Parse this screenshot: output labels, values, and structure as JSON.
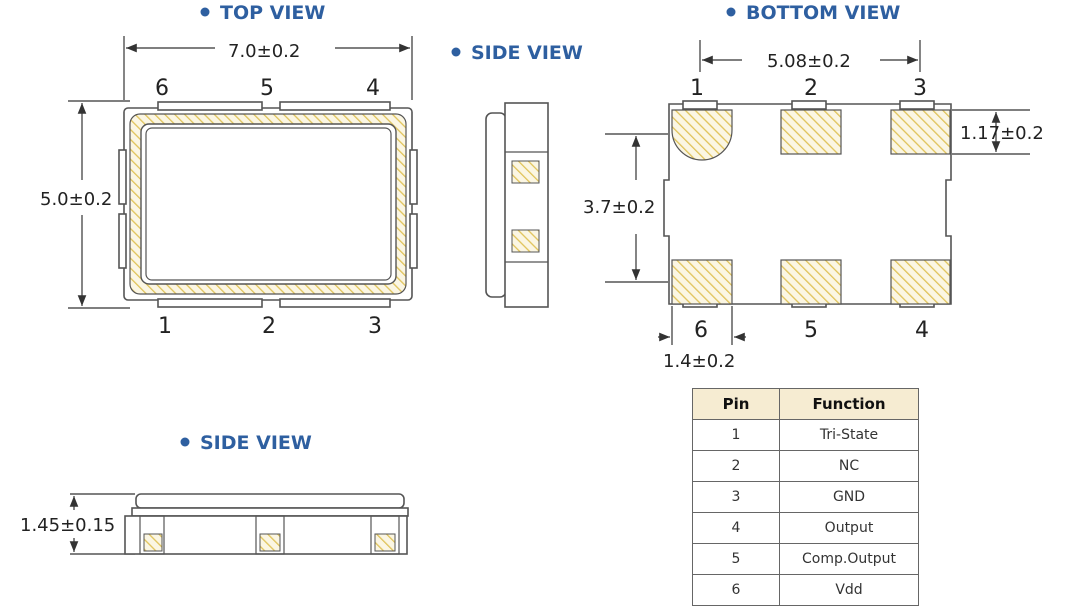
{
  "titles": {
    "top_view": "TOP VIEW",
    "side_view_right": "SIDE VIEW",
    "bottom_view": "BOTTOM VIEW",
    "side_view_bottom": "SIDE VIEW"
  },
  "dimensions": {
    "length": "7.0±0.2",
    "width": "5.0±0.2",
    "pad_pitch": "5.08±0.2",
    "pad_height": "1.17±0.2",
    "pad_row_spacing": "3.7±0.2",
    "pad_width": "1.4±0.2",
    "thickness": "1.45±0.15"
  },
  "top_view_pins": {
    "top": [
      "6",
      "5",
      "4"
    ],
    "bottom": [
      "1",
      "2",
      "3"
    ]
  },
  "bottom_view_pins": {
    "top": [
      "1",
      "2",
      "3"
    ],
    "bottom": [
      "6",
      "5",
      "4"
    ]
  },
  "pin_table": {
    "headers": [
      "Pin",
      "Function"
    ],
    "rows": [
      [
        "1",
        "Tri-State"
      ],
      [
        "2",
        "NC"
      ],
      [
        "3",
        "GND"
      ],
      [
        "4",
        "Output"
      ],
      [
        "5",
        "Comp.Output"
      ],
      [
        "6",
        "Vdd"
      ]
    ]
  },
  "colors": {
    "title_blue": "#2e5fa0",
    "pad_gold": "#e0c35a",
    "header_fill": "#f6ecd2",
    "outline": "#555555"
  }
}
